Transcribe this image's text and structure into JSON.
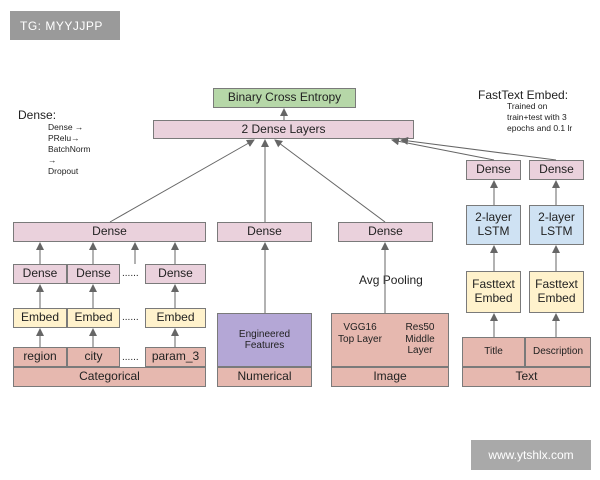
{
  "watermark_tag": "TG: MYYJJPP",
  "watermark_site": "www.ytshlx.com",
  "output": "Binary Cross Entropy",
  "top_dense": "2 Dense Layers",
  "dense_note": {
    "title": "Dense:",
    "lines": [
      "Dense →",
      "PRelu→",
      "BatchNorm",
      "→",
      "Dropout"
    ]
  },
  "fasttext_note": {
    "title": "FastText Embed:",
    "lines": [
      "Trained on",
      "train+test with 3",
      "epochs and 0.1 lr"
    ]
  },
  "categorical": {
    "dense": "Dense",
    "sub_dense": [
      "Dense",
      "Dense",
      "Dense"
    ],
    "embeds": [
      "Embed",
      "Embed",
      "Embed"
    ],
    "inputs": [
      "region",
      "city",
      "param_3"
    ],
    "ellipsis": "......",
    "label": "Categorical"
  },
  "numerical": {
    "dense": "Dense",
    "features": "Engineered Features",
    "label": "Numerical"
  },
  "image": {
    "dense": "Dense",
    "pooling": "Avg Pooling",
    "vgg": "VGG16 Top Layer",
    "res": "Res50 Middle Layer",
    "label": "Image"
  },
  "text": {
    "dense": [
      "Dense",
      "Dense"
    ],
    "lstm": [
      "2-layer LSTM",
      "2-layer LSTM"
    ],
    "fasttext": [
      "Fasttext Embed",
      "Fasttext Embed"
    ],
    "inputs": [
      "Title",
      "Description"
    ],
    "label": "Text"
  }
}
